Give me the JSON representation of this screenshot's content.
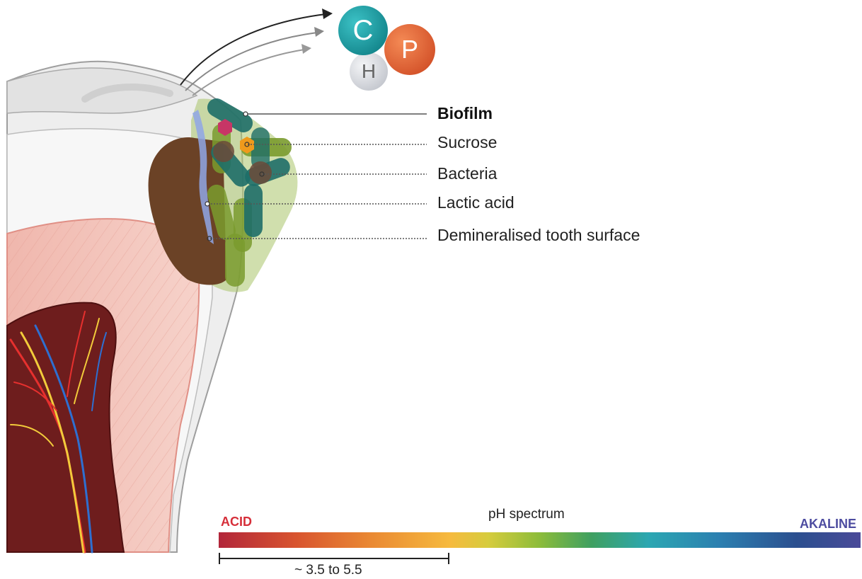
{
  "molecule": {
    "carbon": "C",
    "phosphorus": "P",
    "hydrogen": "H"
  },
  "labels": {
    "biofilm": "Biofilm",
    "sucrose": "Sucrose",
    "bacteria": "Bacteria",
    "lactic_acid": "Lactic acid",
    "demineralised": "Demineralised tooth surface"
  },
  "ph": {
    "title": "pH spectrum",
    "acid_label": "ACID",
    "alkaline_label": "AKALINE",
    "range_label": "~ 3.5 to 5.5"
  },
  "colors": {
    "acid": "#d62f3a",
    "alkaline": "#4d4ca0",
    "carbon": "#1c9aa0",
    "phosphorus": "#e86a3a",
    "hydrogen": "#d9dbe0",
    "decay": "#6b4226",
    "bacteria": "#1e6e68",
    "biofilm": "#a9c46a"
  }
}
